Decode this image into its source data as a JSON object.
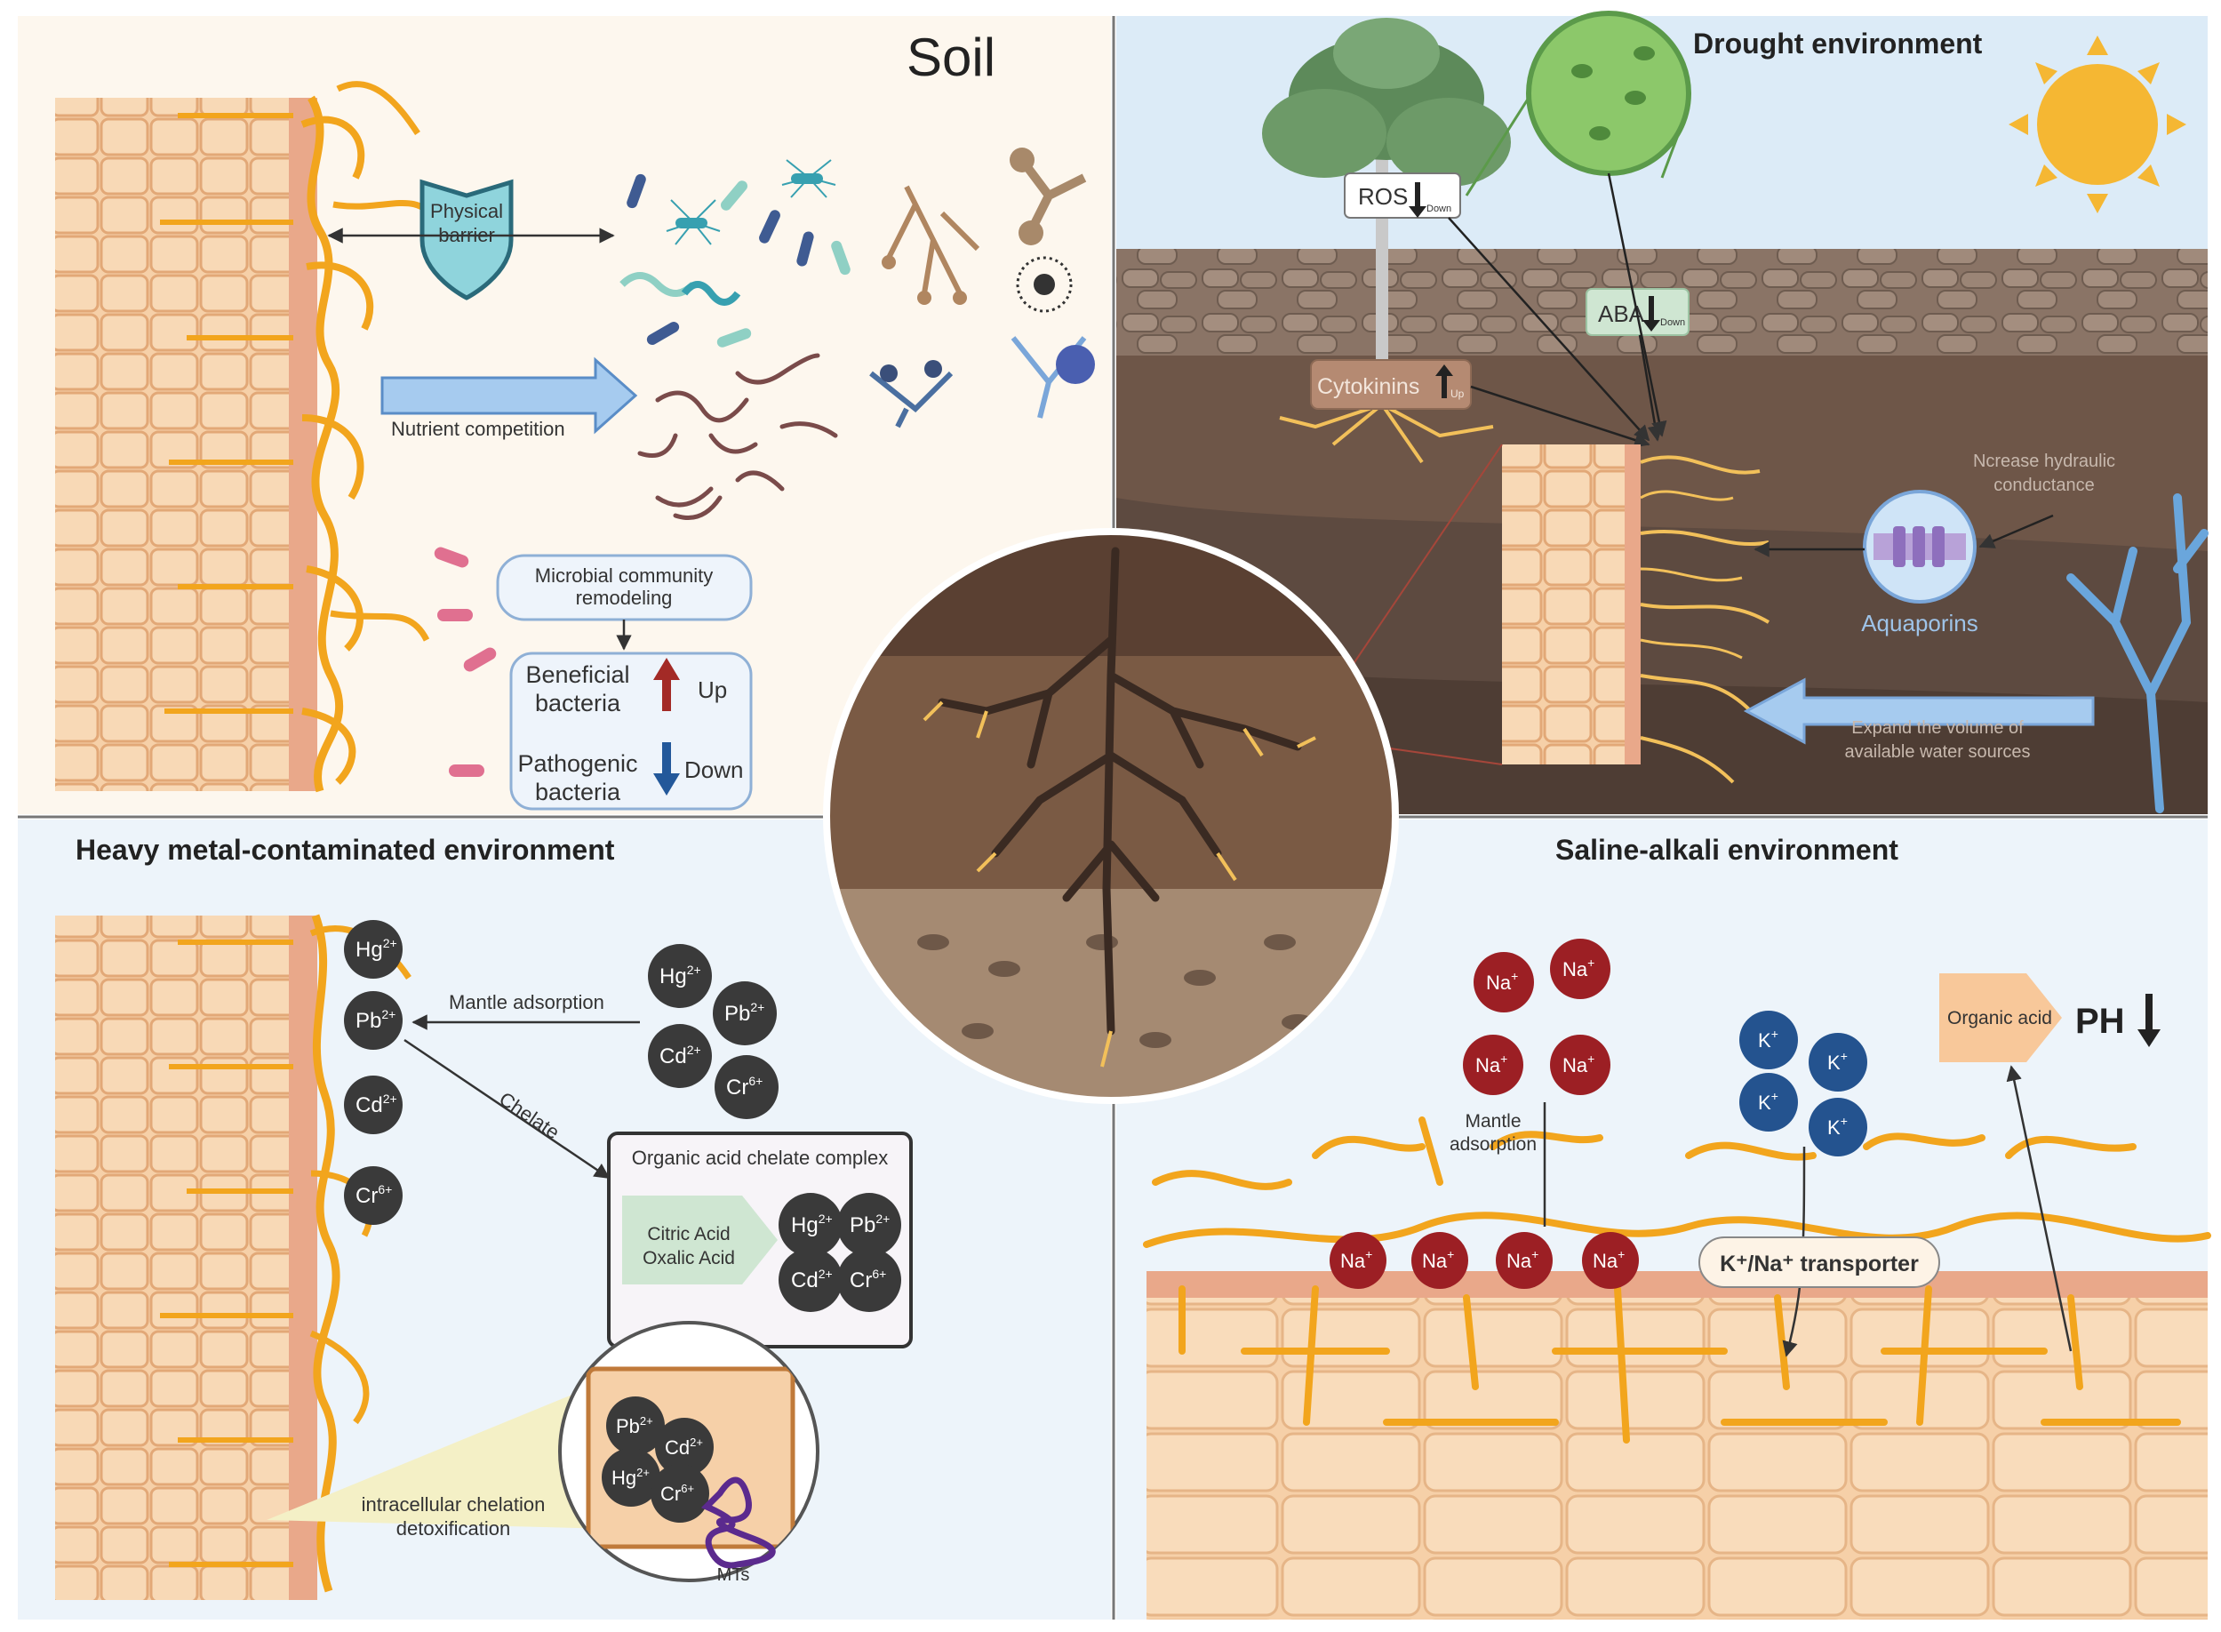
{
  "panels": {
    "soil": {
      "title": "Soil",
      "physical_barrier": [
        "Physical",
        "barrier"
      ],
      "nutrient_competition": "Nutrient competition",
      "microbial_remodeling": [
        "Microbial community",
        "remodeling"
      ],
      "beneficial": [
        "Beneficial",
        "bacteria"
      ],
      "pathogenic": [
        "Pathogenic",
        "bacteria"
      ],
      "up": "Up",
      "down": "Down"
    },
    "drought": {
      "title": "Drought environment",
      "ros": "ROS",
      "aba": "ABA",
      "cytokinins": "Cytokinins",
      "down_sub": "Down",
      "up_sub": "Up",
      "hydraulic": [
        "Ncrease hydraulic",
        "conductance"
      ],
      "aquaporins": "Aquaporins",
      "expand": [
        "Expand the volume of",
        "available water sources"
      ]
    },
    "heavy_metal": {
      "title": "Heavy metal-contaminated environment",
      "mantle_adsorption": "Mantle adsorption",
      "chelate": "Chelate",
      "complex_title": "Organic acid chelate complex",
      "citric": "Citric Acid",
      "oxalic": "Oxalic Acid",
      "intracellular": [
        "intracellular chelation",
        "detoxification"
      ],
      "mts": "MTs",
      "ions": {
        "hg": "Hg",
        "pb": "Pb",
        "cd": "Cd",
        "cr": "Cr",
        "two_plus": "2+",
        "six_plus": "6+"
      }
    },
    "saline": {
      "title": "Saline-alkali environment",
      "na": "Na",
      "k": "K",
      "plus": "+",
      "mantle": [
        "Mantle",
        "adsorption"
      ],
      "organic_acid": "Organic acid",
      "ph": "PH",
      "transporter": "K⁺/Na⁺ transporter"
    }
  },
  "colors": {
    "soil_bg": "#fdf7ee",
    "drought_sky": "#dcebf7",
    "heavy_bg": "#edf4fa",
    "saline_bg": "#edf4fa",
    "cell_fill": "#f6d0a8",
    "cell_line": "#e2a877",
    "hyphae": "#f2a51d",
    "ion_dark": "#3a3a3a",
    "na_red": "#9c1f24",
    "k_blue": "#24538f",
    "arrow_up": "#a32a26",
    "arrow_down": "#23589a",
    "water_blue": "#6aa6dc",
    "sun": "#f5b733"
  },
  "icons": [
    "shield-icon",
    "sun-icon",
    "tree-icon",
    "leaf-magnifier-icon",
    "aquaporin-icon",
    "metallothionein-icon",
    "root-system-icon"
  ]
}
